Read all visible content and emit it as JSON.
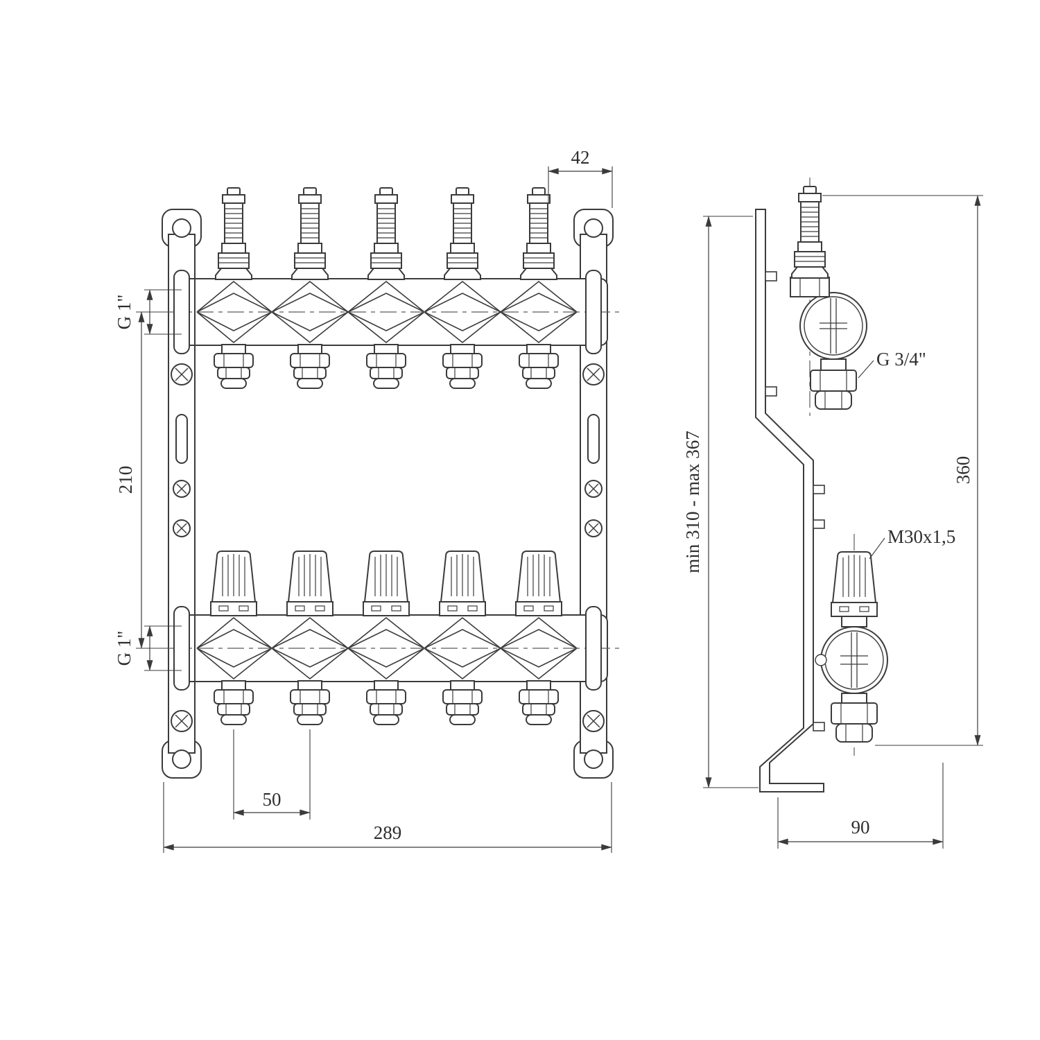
{
  "drawing": {
    "front_view": {
      "outlet_count": 5,
      "dims": {
        "edge_offset": "42",
        "supply_thread": "G 1\"",
        "row_spacing": "210",
        "return_thread": "G 1\"",
        "outlet_spacing": "50",
        "overall_width": "289"
      }
    },
    "side_view": {
      "dims": {
        "bracket_range": "min 310 - max 367",
        "overall_height": "360",
        "outlet_thread": "G 3/4\"",
        "valve_thread": "M30x1,5",
        "depth": "90"
      }
    }
  }
}
